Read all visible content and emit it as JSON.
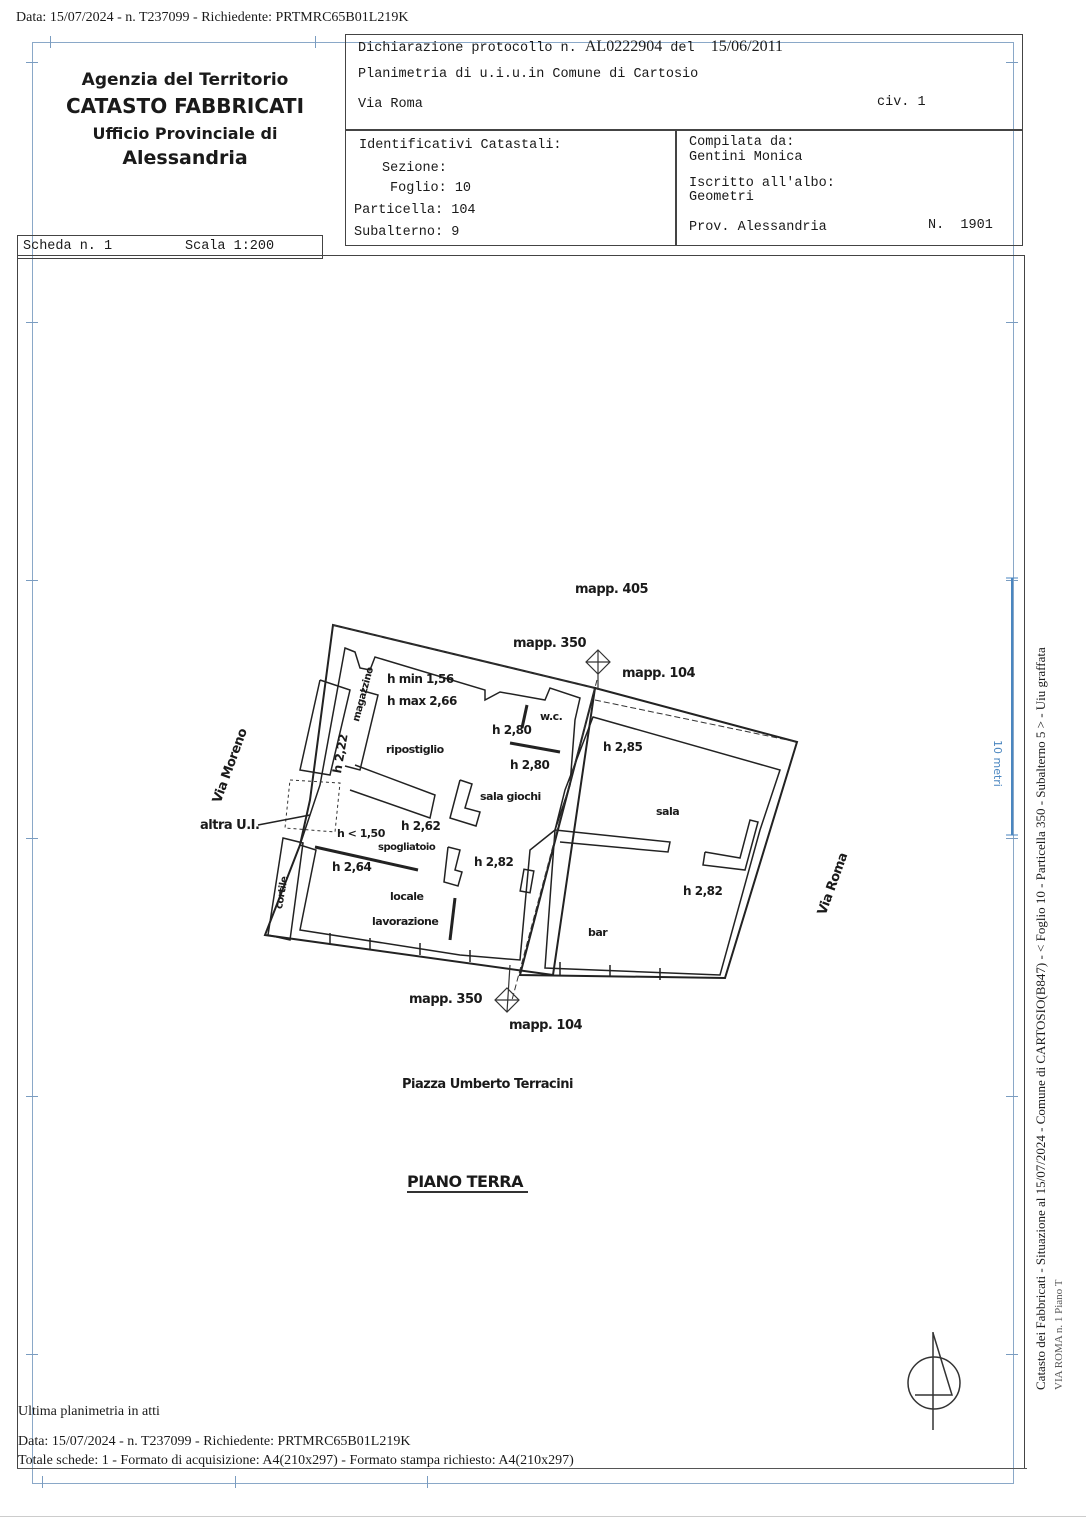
{
  "header": {
    "top_note": "Data: 15/07/2024 - n. T237099 - Richiedente: PRTMRC65B01L219K"
  },
  "agency": {
    "line1": "Agenzia del Territorio",
    "line2": "CATASTO FABBRICATI",
    "line3": "Ufficio Provinciale di",
    "line4": "Alessandria"
  },
  "declaration": {
    "label": "Dichiarazione protocollo n.",
    "protocol_number": "AL0222904",
    "date_label": "del",
    "date": "15/06/2011",
    "planimetria": "Planimetria di u.i.u.in Comune di Cartosio",
    "street": "Via Roma",
    "civic": "civ. 1"
  },
  "identifiers": {
    "title": "Identificativi Catastali:",
    "sezione_label": "Sezione:",
    "sezione": "",
    "foglio_label": "Foglio:",
    "foglio": "10",
    "particella_label": "Particella:",
    "particella": "104",
    "subalterno_label": "Subalterno:",
    "subalterno": "9"
  },
  "compiler": {
    "compiled_by_label": "Compilata da:",
    "compiled_by": "Gentini Monica",
    "registered_label": "Iscritto all'albo:",
    "registered": "Geometri",
    "province": "Prov. Alessandria",
    "number": "N.  1901"
  },
  "sheet": {
    "scheda": "Scheda n. 1",
    "scala": "Scala 1:200"
  },
  "plan": {
    "labels": {
      "mapp_405": "mapp. 405",
      "mapp_350_top": "mapp. 350",
      "mapp_104_top": "mapp. 104",
      "mapp_350_bottom": "mapp. 350",
      "mapp_104_bottom": "mapp. 104",
      "via_moreno": "Via Moreno",
      "via_roma": "Via Roma",
      "altra_ui": "altra U.I.",
      "magazzino": "magazzino",
      "h_min": "h min 1,56",
      "h_max": "h max 2,66",
      "h_222": "h 2,22",
      "ripostiglio": "ripostiglio",
      "wc": "w.c.",
      "h_280a": "h 2,80",
      "h_280b": "h 2,80",
      "h_285": "h 2,85",
      "sala_giochi": "sala giochi",
      "sala": "sala",
      "h_262": "h 2,62",
      "h_150": "h < 1,50",
      "spogliatoio": "spogliatoio",
      "h_282a": "h 2,82",
      "h_264": "h 2,64",
      "cortile": "cortile",
      "locale": "locale",
      "lavorazione": "lavorazione",
      "h_282b": "h 2,82",
      "bar": "bar"
    },
    "piazza": "Piazza Umberto Terracini",
    "floor": "PIANO TERRA",
    "scale_bar": "10 metri"
  },
  "side_note": {
    "line1": "Catasto dei Fabbricati - Situazione al 15/07/2024 - Comune di CARTOSIO(B847) - < Foglio 10 - Particella  350 - Subalterno 5 > - Uiu graffata",
    "line2": "VIA ROMA n. 1 Piano T"
  },
  "footer": {
    "last_plan": "Ultima planimetria in atti",
    "data_line": "Data: 15/07/2024 - n. T237099 - Richiedente: PRTMRC65B01L219K",
    "totals_line": "Totale schede: 1 - Formato di acquisizione: A4(210x297)  - Formato stampa richiesto: A4(210x297)"
  }
}
